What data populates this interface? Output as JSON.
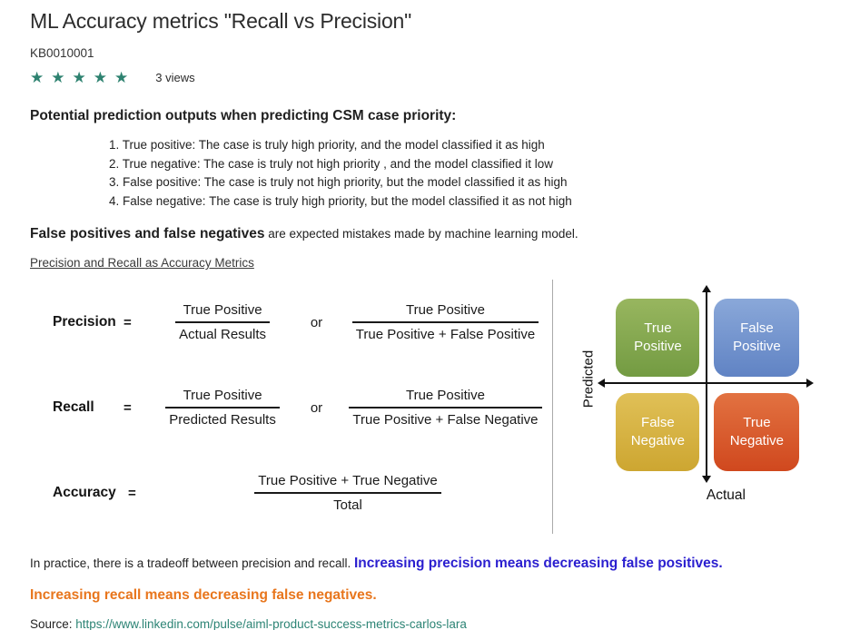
{
  "page": {
    "title": "ML Accuracy metrics \"Recall vs Precision\"",
    "kb_number": "KB0010001",
    "views": "3 views",
    "rating_stars": 5
  },
  "icons": {
    "star": "★"
  },
  "colors": {
    "star_teal": "#2e8270",
    "link_teal": "#2d8475",
    "precision_note_blue": "#2a1ecf",
    "recall_note_orange": "#e8761d",
    "quad_green": "#739b42",
    "quad_blue": "#6083c4",
    "quad_yellow": "#cda631",
    "quad_orange": "#d0481e"
  },
  "body": {
    "heading": "Potential prediction outputs when predicting CSM case priority:",
    "list_items": [
      "1. True positive: The case is truly high priority, and the model classified it as high",
      "2. True negative: The case is truly not high priority , and the model classified it low",
      "3. False positive: The case is truly not high priority, but the model classified it as high",
      "4. False negative: The case is truly high priority, but the model classified it as not high"
    ],
    "mistakes_bold": "False positives and false negatives",
    "mistakes_rest": " are expected mistakes made by machine learning model.",
    "metrics_link": "Precision and Recall as Accuracy Metrics"
  },
  "formulas": {
    "equals": "=",
    "or": "or",
    "rows": [
      {
        "label": "Precision",
        "f1_top": "True Positive",
        "f1_bottom": "Actual Results",
        "f2_top": "True Positive",
        "f2_bottom": "True Positive + False Positive"
      },
      {
        "label": "Recall",
        "f1_top": "True Positive",
        "f1_bottom": "Predicted Results",
        "f2_top": "True Positive",
        "f2_bottom": "True Positive + False Negative"
      },
      {
        "label": "Accuracy",
        "f1_top": "True Positive + True Negative",
        "f1_bottom": "Total"
      }
    ]
  },
  "diagram": {
    "y_axis_label": "Predicted",
    "x_axis_label": "Actual",
    "quadrants": {
      "true_positive": "True\nPositive",
      "false_positive": "False\nPositive",
      "false_negative": "False\nNegative",
      "true_negative": "True\nNegative"
    }
  },
  "footer": {
    "tradeoff_text": "In practice, there is a tradeoff between precision and recall. ",
    "precision_note": "Increasing precision means decreasing false positives.",
    "recall_note": "Increasing recall means decreasing false negatives.",
    "source_label": "Source: ",
    "source_url": "https://www.linkedin.com/pulse/aiml-product-success-metrics-carlos-lara"
  }
}
